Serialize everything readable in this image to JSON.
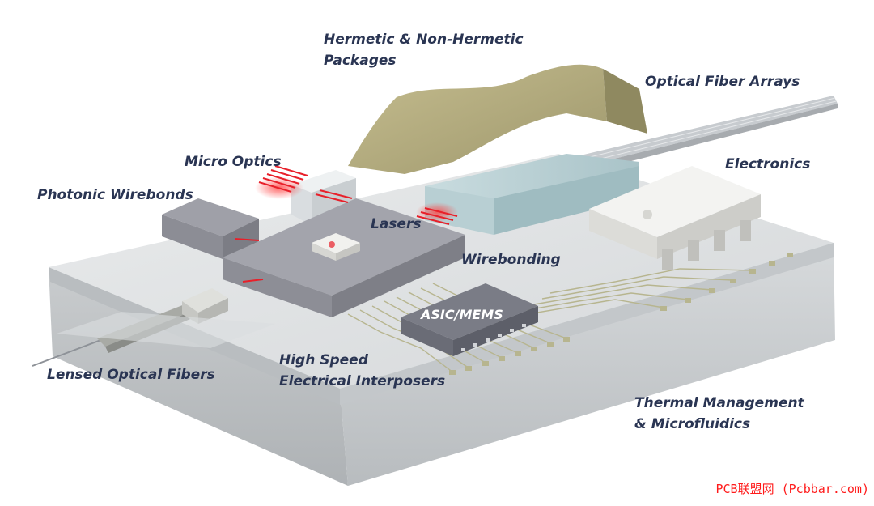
{
  "labels": {
    "hermetic_1": "Hermetic & Non-Hermetic",
    "hermetic_2": "Packages",
    "optical_fiber_arrays": "Optical Fiber Arrays",
    "micro_optics": "Micro Optics",
    "electronics": "Electronics",
    "photonic_wirebonds": "Photonic Wirebonds",
    "lasers": "Lasers",
    "wirebonding": "Wirebonding",
    "asic_mems": "ASIC/MEMS",
    "high_speed_1": "High Speed",
    "high_speed_2": "Electrical Interposers",
    "lensed_optical_fibers": "Lensed Optical Fibers",
    "thermal_1": "Thermal Management",
    "thermal_2": "& Microfluidics"
  },
  "watermark": "PCB联盟网 (Pcbbar.com)",
  "colors": {
    "label_text": "#2a3553",
    "laser_red": "#e8202a",
    "package_cover": "#b7af82",
    "watermark": "#ff1a1a"
  }
}
